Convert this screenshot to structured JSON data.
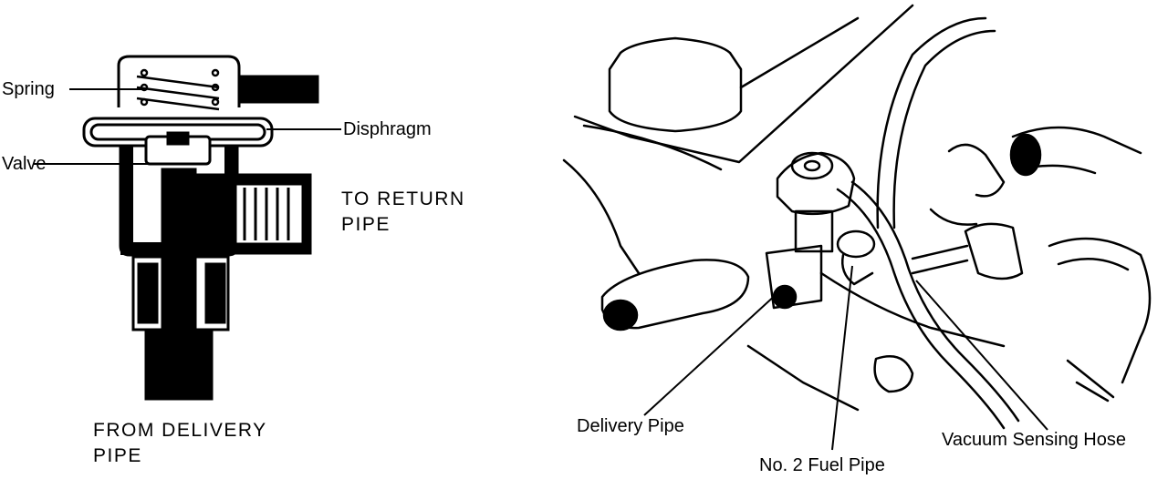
{
  "regulator_diagram": {
    "labels": {
      "spring": "Spring",
      "valve": "Valve",
      "diaphragm": "Disphragm"
    },
    "captions": {
      "to_return_line1": "TO RETURN",
      "to_return_line2": "PIPE",
      "from_delivery_line1": "FROM DELIVERY",
      "from_delivery_line2": "PIPE"
    }
  },
  "engine_view": {
    "labels": {
      "delivery_pipe": "Delivery Pipe",
      "no2_fuel_pipe": "No. 2 Fuel Pipe",
      "vacuum_sensing_hose": "Vacuum Sensing Hose"
    }
  }
}
